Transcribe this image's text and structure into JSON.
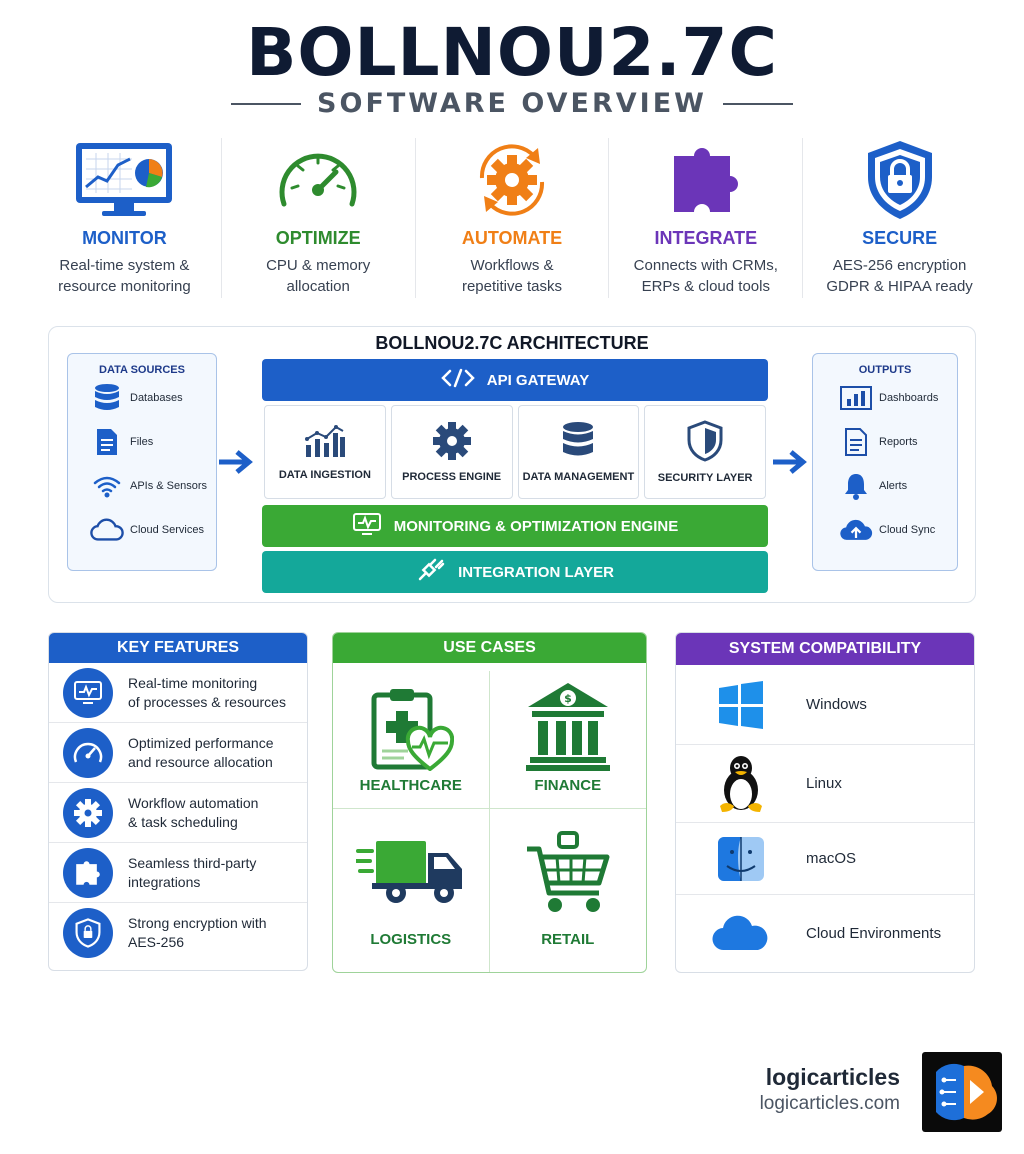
{
  "header": {
    "title": "BOLLNOU2.7C",
    "subtitle": "SOFTWARE OVERVIEW"
  },
  "pillars": [
    {
      "title": "MONITOR",
      "desc1": "Real-time system &",
      "desc2": "resource monitoring",
      "color": "#1d5fc8",
      "icon": "monitor-chart-icon"
    },
    {
      "title": "OPTIMIZE",
      "desc1": "CPU & memory",
      "desc2": "allocation",
      "color": "#2e8b2e",
      "icon": "speedometer-icon"
    },
    {
      "title": "AUTOMATE",
      "desc1": "Workflows &",
      "desc2": "repetitive tasks",
      "color": "#f07f16",
      "icon": "gear-cycle-icon"
    },
    {
      "title": "INTEGRATE",
      "desc1": "Connects with CRMs,",
      "desc2": "ERPs & cloud tools",
      "color": "#6b35b8",
      "icon": "puzzle-icon"
    },
    {
      "title": "SECURE",
      "desc1": "AES-256 encryption",
      "desc2": "GDPR & HIPAA ready",
      "color": "#1d5fc8",
      "icon": "shield-lock-icon"
    }
  ],
  "architecture": {
    "title": "BOLLNOU2.7C ARCHITECTURE",
    "data_sources": {
      "title": "DATA SOURCES",
      "items": [
        "Databases",
        "Files",
        "APIs & Sensors",
        "Cloud Services"
      ]
    },
    "outputs": {
      "title": "OUTPUTS",
      "items": [
        "Dashboards",
        "Reports",
        "Alerts",
        "Cloud Sync"
      ]
    },
    "api_gateway": "API GATEWAY",
    "modules": [
      "DATA INGESTION",
      "PROCESS ENGINE",
      "DATA MANAGEMENT",
      "SECURITY LAYER"
    ],
    "monitoring": "MONITORING & OPTIMIZATION ENGINE",
    "integration": "INTEGRATION LAYER"
  },
  "key_features": {
    "title": "KEY FEATURES",
    "items": [
      {
        "line1": "Real-time monitoring",
        "line2": "of processes & resources"
      },
      {
        "line1": "Optimized performance",
        "line2": "and resource allocation"
      },
      {
        "line1": "Workflow automation",
        "line2": "& task scheduling"
      },
      {
        "line1": "Seamless third-party",
        "line2": "integrations"
      },
      {
        "line1": "Strong encryption with",
        "line2": "AES-256"
      }
    ]
  },
  "use_cases": {
    "title": "USE CASES",
    "items": [
      "HEALTHCARE",
      "FINANCE",
      "LOGISTICS",
      "RETAIL"
    ]
  },
  "compatibility": {
    "title": "SYSTEM COMPATIBILITY",
    "items": [
      "Windows",
      "Linux",
      "macOS",
      "Cloud Environments"
    ]
  },
  "brand": {
    "name": "logicarticles",
    "url": "logicarticles.com"
  }
}
